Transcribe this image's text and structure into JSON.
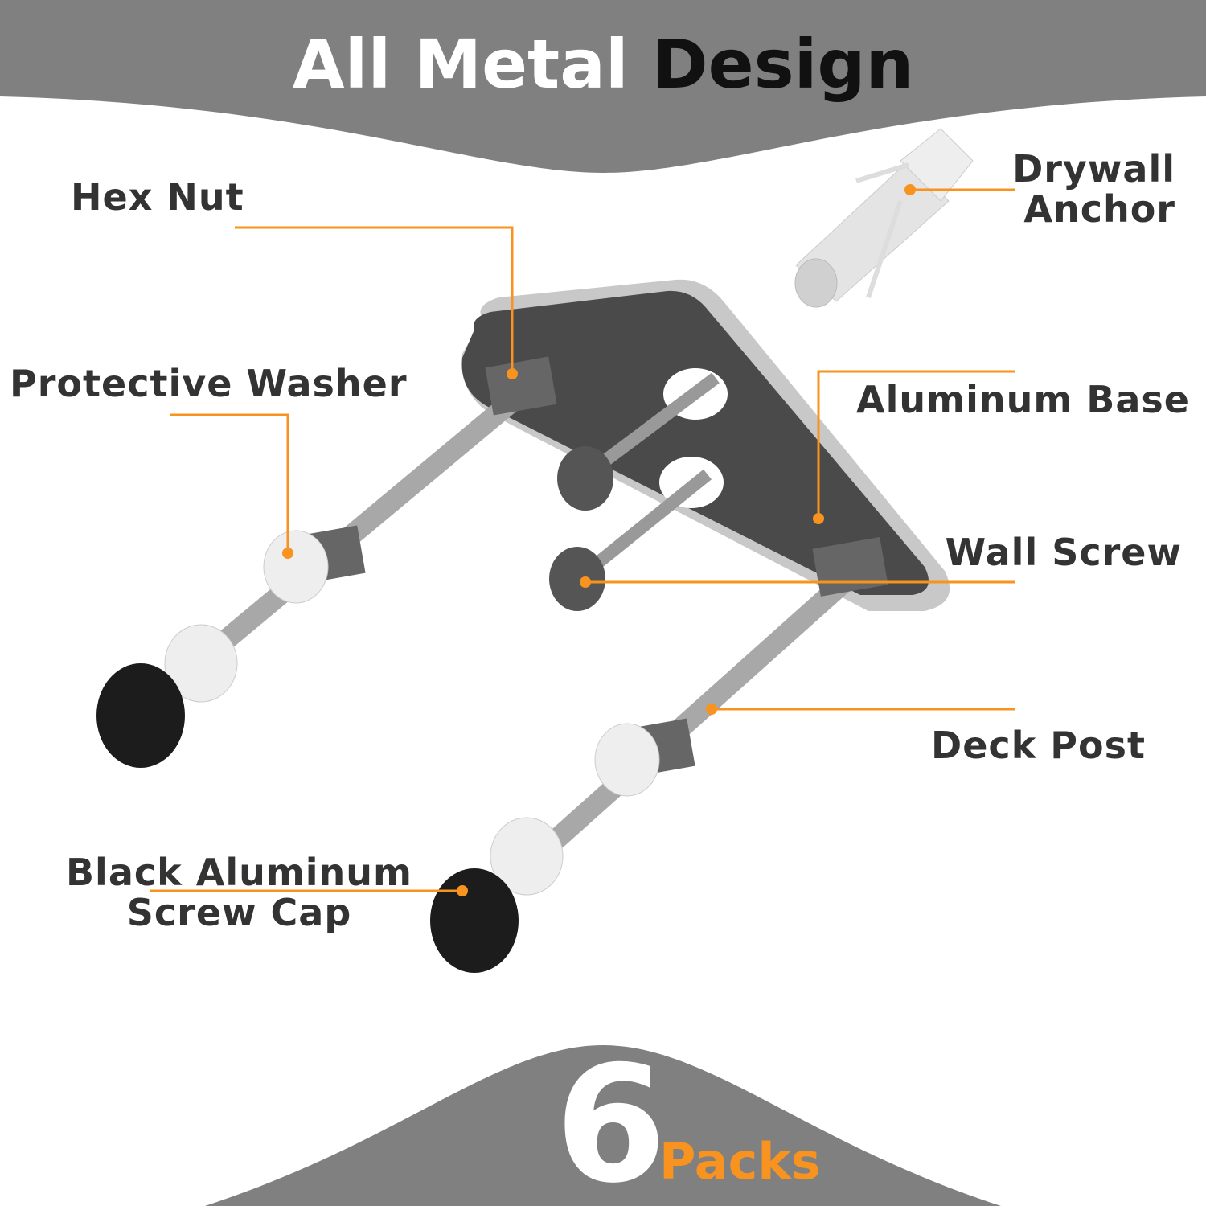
{
  "title": {
    "part1": "All Metal",
    "part2": "Design"
  },
  "labels": {
    "hex_nut": "Hex Nut",
    "protective_washer": "Protective Washer",
    "drywall_anchor_1": "Drywall",
    "drywall_anchor_2": "Anchor",
    "aluminum_base": "Aluminum Base",
    "wall_screw": "Wall Screw",
    "deck_post": "Deck Post",
    "screw_cap_1": "Black Aluminum",
    "screw_cap_2": "Screw Cap"
  },
  "pack": {
    "count": "6",
    "unit": "Packs"
  },
  "colors": {
    "banner": "#808080",
    "accent": "#f7931e",
    "text": "#333333"
  }
}
